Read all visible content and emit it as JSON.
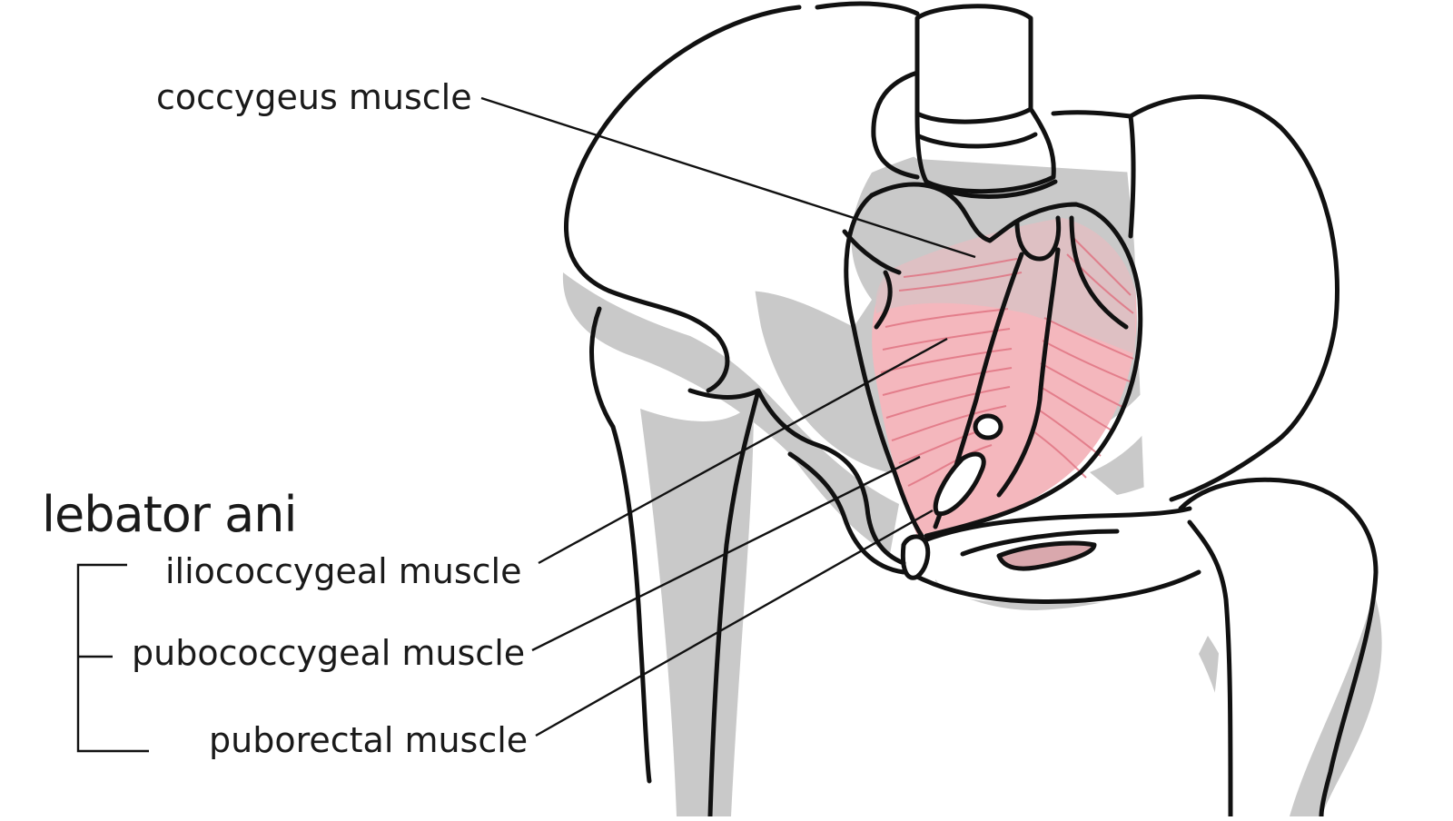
{
  "diagram": {
    "labels": {
      "coccygeus": "coccygeus muscle",
      "group": "lebator ani",
      "iliococcygeal": "iliococcygeal muscle",
      "pubococcygeal": "pubococcygeal muscle",
      "puborectal": "puborectal muscle"
    },
    "colors": {
      "outline": "#111111",
      "shadow": "#c9c9c9",
      "muscle": "#f4b7bd",
      "muscle_fiber": "#e0707f",
      "muscle_shade": "#d9c2c4",
      "bone_fill": "#ffffff"
    }
  }
}
